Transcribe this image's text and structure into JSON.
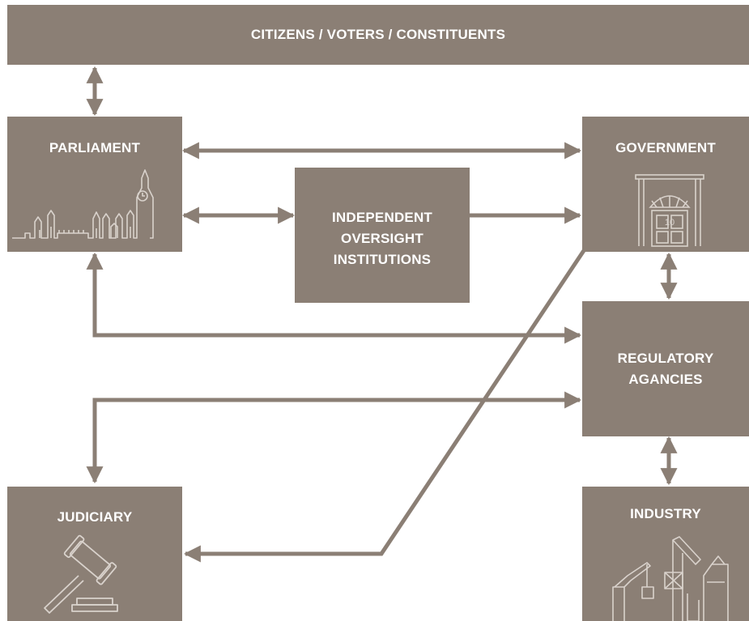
{
  "colors": {
    "box": "#8b7f75",
    "arrow": "#8b7f75",
    "icon_line": "#d9d2cc",
    "text": "#ffffff"
  },
  "boxes": {
    "citizens": "CITIZENS / VOTERS / CONSTITUENTS",
    "parliament": "PARLIAMENT",
    "government": "GOVERNMENT",
    "oversight_lines": [
      "INDEPENDENT",
      "OVERSIGHT",
      "INSTITUTIONS"
    ],
    "regulatory_lines": [
      "REGULATORY",
      "AGANCIES"
    ],
    "judiciary": "JUDICIARY",
    "industry": "INDUSTRY"
  },
  "icons": {
    "parliament": "parliament-skyline-icon",
    "government": "downing-street-door-icon",
    "government_door_number": "10",
    "judiciary": "gavel-icon",
    "industry": "cranes-icon"
  }
}
